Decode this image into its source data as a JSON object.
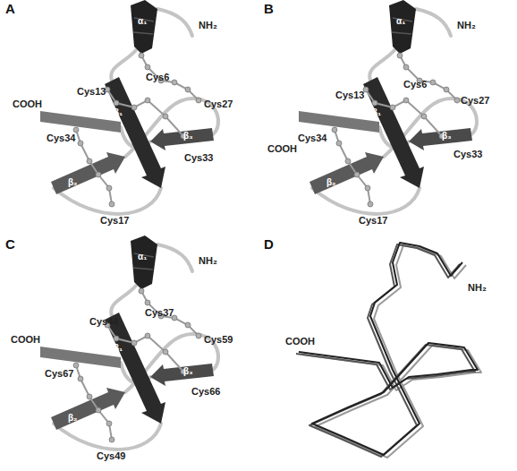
{
  "diagram": {
    "labels": [
      "A",
      "NH₂",
      "α₁",
      "Cys13",
      "Cys6",
      "β₁",
      "Cys27",
      "Cys33",
      "COOH",
      "Cys34",
      "β₃",
      "β₂",
      "Cys17",
      "B",
      "NH₂",
      "α₁",
      "Cys13",
      "Cys6",
      "Cys27",
      "Cys34",
      "COOH",
      "β₁",
      "Cys33",
      "β₃",
      "β₂",
      "Cys17",
      "C",
      "NH₂",
      "α₁",
      "Cys44",
      "Cys37",
      "Cys59",
      "β₁",
      "Cys66",
      "Cys67",
      "COOH",
      "β₂",
      "β₃",
      "Cys49",
      "D",
      "NH₂",
      "COOH"
    ]
  }
}
